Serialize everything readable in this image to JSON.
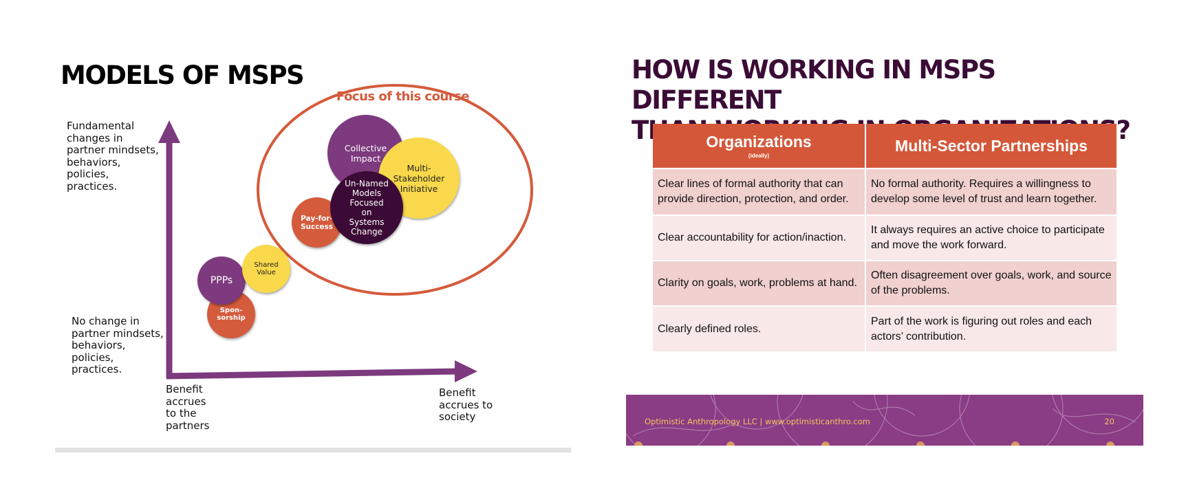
{
  "left_slide": {
    "title": "MODELS OF MSPS",
    "y_axis_top_label": "Fundamental\nchanges in\npartner mindsets,\nbehaviors,\npolicies,\npractices.",
    "y_axis_bottom_label": "No change in\npartner mindsets,\nbehaviors,\npolicies,\npractices.",
    "x_axis_left_label": "Benefit\naccrues\nto the\npartners",
    "x_axis_right_label": "Benefit\naccrues to\nsociety",
    "focus_label": "Focus of this course",
    "bubbles": {
      "collective_impact": "Collective\nImpact",
      "multi_stakeholder": "Multi-\nStakeholder\nInitiative",
      "un_named": "Un-Named\nModels\nFocused\non\nSystems\nChange",
      "pay_for_success": "Pay-for-\nSuccess",
      "ppps": "PPPs",
      "shared_value": "Shared\nValue",
      "sponsorship": "Spon-\nsorship"
    },
    "colors": {
      "purple": "#7d3a7e",
      "orange": "#d45b3c",
      "yellow": "#f9d94b",
      "dark_purple": "#3b0a36"
    }
  },
  "right_slide": {
    "title": "HOW IS WORKING IN MSPS DIFFERENT\nTHAN WORKING IN ORGANIZATIONS?",
    "table": {
      "headers": [
        {
          "label": "Organizations",
          "sub": "(ideally)"
        },
        {
          "label": "Multi-Sector Partnerships",
          "sub": ""
        }
      ],
      "rows": [
        [
          "Clear lines of formal authority that can provide direction, protection, and order.",
          "No formal authority. Requires a willingness to develop some level of trust and learn together."
        ],
        [
          "Clear accountability for action/inaction.",
          "It always requires an active choice to participate and move the work forward."
        ],
        [
          "Clarity on goals, work, problems at hand.",
          "Often disagreement over goals, work, and source of the problems."
        ],
        [
          "Clearly defined roles.",
          "Part of the work is figuring out roles and each actors’ contribution."
        ]
      ]
    },
    "footer": {
      "text": "Optimistic Anthropology LLC | www.optimisticanthro.com",
      "page_number": "20"
    },
    "colors": {
      "title": "#3a0c36",
      "header_bg": "#d4573a",
      "row_dark": "#f0d1cf",
      "row_light": "#f8e8e7",
      "footer_bg": "#8a3c85",
      "footer_text": "#f6c55c"
    }
  }
}
